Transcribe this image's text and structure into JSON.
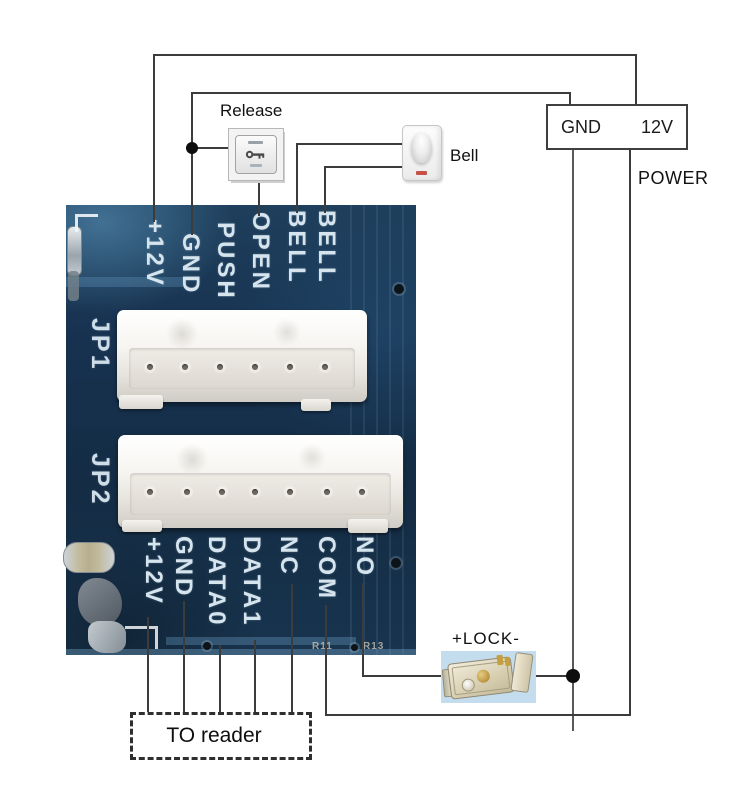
{
  "diagram": {
    "release_label": "Release",
    "bell_label": "Bell",
    "power_caption": "POWER",
    "power_terminals": [
      "GND",
      "12V"
    ],
    "lock_label": "+LOCK-",
    "reader_label": "TO reader"
  },
  "board": {
    "connector_labels": [
      "JP1",
      "JP2"
    ],
    "top_pins": [
      "+12V",
      "GND",
      "PUSH",
      "OPEN",
      "BELL",
      "BELL"
    ],
    "bottom_pins": [
      "+12V",
      "GND",
      "DATA0",
      "DATA1",
      "NC",
      "COM",
      "NO"
    ],
    "silkscreen": [
      "R11",
      "R13"
    ]
  },
  "colors": {
    "wire": "#3c3c3c",
    "board": "#16304a",
    "lock_panel": "#c3ddee"
  }
}
